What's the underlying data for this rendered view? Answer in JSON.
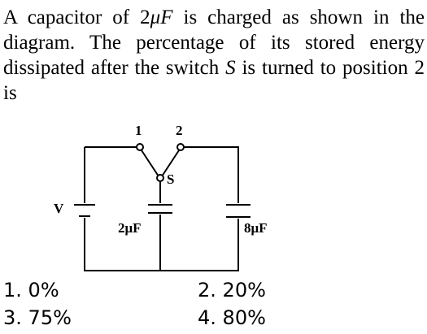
{
  "question": {
    "part1": "A capacitor of 2",
    "unit_var": "μF",
    "part2": " is charged as shown in the diagram. The percentage of its stored energy dissipated after the switch ",
    "switch_var": "S",
    "part3": " is turned to position 2 is"
  },
  "diagram": {
    "terminal_1": "1",
    "terminal_2": "2",
    "switch_label": "S",
    "battery_label": "V",
    "cap_left_label": "2μF",
    "cap_right_label": "8μF"
  },
  "options": [
    {
      "num": "1.",
      "text": "0%"
    },
    {
      "num": "2.",
      "text": "20%"
    },
    {
      "num": "3.",
      "text": "75%"
    },
    {
      "num": "4.",
      "text": "80%"
    }
  ]
}
